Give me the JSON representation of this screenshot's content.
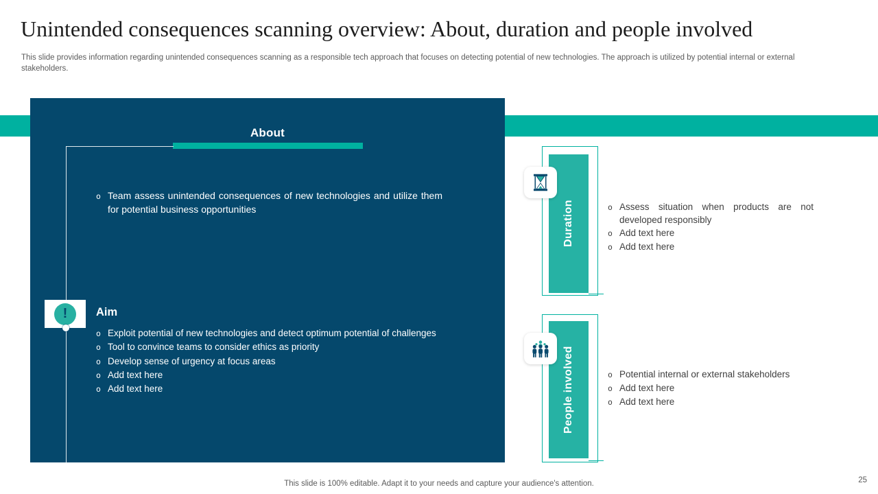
{
  "slide": {
    "title": "Unintended consequences scanning overview: About, duration and people involved",
    "subtitle": "This slide provides information regarding unintended consequences scanning as a responsible tech approach that focuses on detecting potential of new technologies. The approach is utilized by potential internal or external stakeholders.",
    "footer": "This slide is 100% editable. Adapt it to your needs and capture your audience's attention.",
    "page_number": "25"
  },
  "about_panel": {
    "header": "About",
    "bullets": [
      "Team assess unintended consequences of new technologies and utilize them for potential business opportunities"
    ],
    "aim": {
      "heading": "Aim",
      "bullets": [
        "Exploit potential of new technologies and detect optimum potential of challenges",
        "Tool to convince teams to consider ethics as priority",
        "Develop sense of urgency at focus areas",
        "Add text here",
        "Add text here"
      ]
    }
  },
  "sections": [
    {
      "label": "Duration",
      "icon": "hourglass-icon",
      "bullets": [
        "Assess situation when products are not developed responsibly",
        "Add text here",
        "Add text here"
      ]
    },
    {
      "label": "People involved",
      "icon": "people-icon",
      "bullets": [
        "Potential internal or external stakeholders",
        "Add text here",
        "Add text here"
      ]
    }
  ],
  "glyphs": {
    "bullet": "o",
    "exclamation": "!"
  },
  "colors": {
    "teal": "#00b1a0",
    "teal_light": "#26b2a4",
    "navy": "#05486c",
    "body_text": "#3f3f3f",
    "muted_text": "#5a5a5a"
  }
}
